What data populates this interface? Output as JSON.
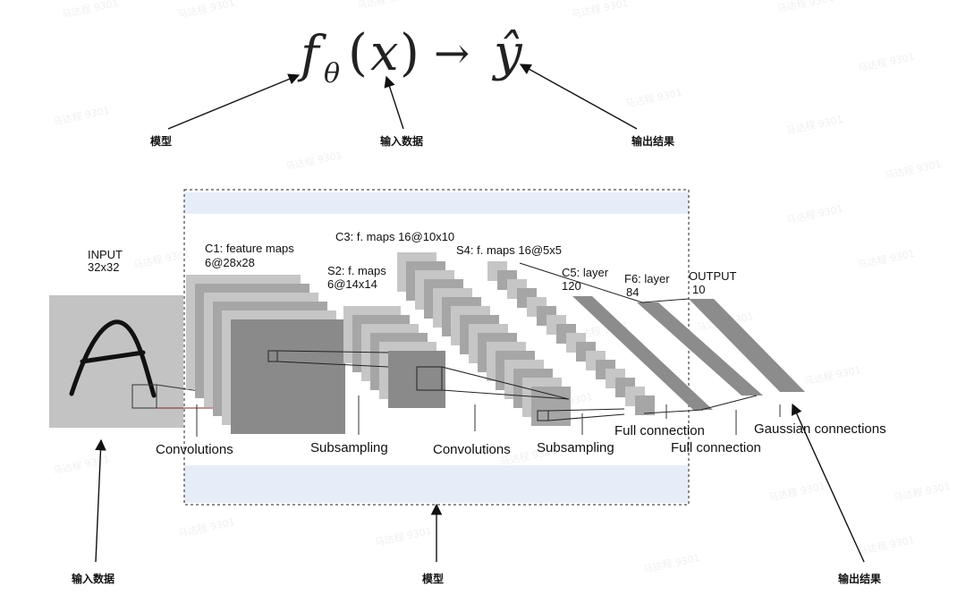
{
  "formula": {
    "f": "f",
    "theta": "θ",
    "open": "(",
    "x": "x",
    "close": ")",
    "arrow": "→",
    "yhat": "ŷ"
  },
  "top_labels": {
    "model": "模型",
    "input_data": "输入数据",
    "output_result": "输出结果"
  },
  "bottom_labels": {
    "input_data": "输入数据",
    "model": "模型",
    "output_result": "输出结果"
  },
  "network": {
    "input": {
      "title": "INPUT",
      "size": "32x32"
    },
    "c1": {
      "title": "C1: feature maps",
      "size": "6@28x28"
    },
    "s2": {
      "title": "S2: f. maps",
      "size": "6@14x14"
    },
    "c3": {
      "title": "C3: f. maps 16@10x10"
    },
    "s4": {
      "title": "S4: f. maps 16@5x5"
    },
    "c5": {
      "title": "C5: layer",
      "size": "120"
    },
    "f6": {
      "title": "F6: layer",
      "size": "84"
    },
    "output": {
      "title": "OUTPUT",
      "size": "10"
    }
  },
  "operations": {
    "conv1": "Convolutions",
    "sub1": "Subsampling",
    "conv2": "Convolutions",
    "sub2": "Subsampling",
    "full1": "Full connection",
    "full2": "Full connection",
    "gauss": "Gaussian connections"
  },
  "watermark": "马达程 9301",
  "colors": {
    "map_light": "#c6c6c6",
    "map_mid": "#a6a6a6",
    "map_dark": "#8a8a8a",
    "band": "#e7edf8",
    "input_bg": "#c3c3c3"
  }
}
